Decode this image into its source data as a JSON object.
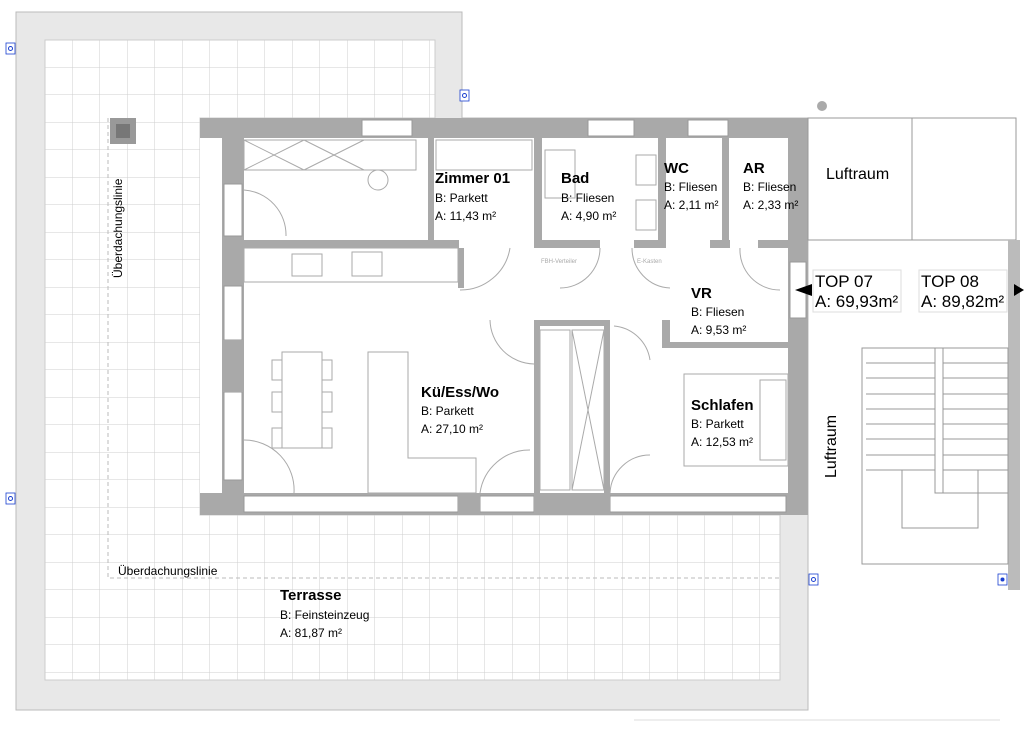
{
  "rooms": [
    {
      "name": "Zimmer 01",
      "floor": "B: Parkett",
      "area": "A: 11,43 m²"
    },
    {
      "name": "Bad",
      "floor": "B: Fliesen",
      "area": "A: 4,90 m²"
    },
    {
      "name": "WC",
      "floor": "B: Fliesen",
      "area": "A: 2,11 m²"
    },
    {
      "name": "AR",
      "floor": "B: Fliesen",
      "area": "A: 2,33 m²"
    },
    {
      "name": "VR",
      "floor": "B: Fliesen",
      "area": "A: 9,53 m²"
    },
    {
      "name": "Kü/Ess/Wo",
      "floor": "B: Parkett",
      "area": "A: 27,10 m²"
    },
    {
      "name": "Schlafen",
      "floor": "B: Parkett",
      "area": "A: 12,53 m²"
    },
    {
      "name": "Terrasse",
      "floor": "B: Feinsteinzeug",
      "area": "A: 81,87 m²"
    }
  ],
  "labels": {
    "roof_line_vertical": "Überdachungslinie",
    "roof_line_horizontal": "Überdachungslinie",
    "void_top": "Luftraum",
    "void_side": "Luftraum",
    "fbh": "FBH-Verteiler",
    "ekasten": "E-Kasten"
  },
  "units": [
    {
      "name": "TOP 07",
      "area": "A: 69,93m²"
    },
    {
      "name": "TOP 08",
      "area": "A: 89,82m²"
    }
  ],
  "colors": {
    "wall": "#a9a9a9",
    "terrace_border": "#e6e6e6",
    "grid": "#d0d0d0",
    "marker": "#1a3fd0"
  }
}
